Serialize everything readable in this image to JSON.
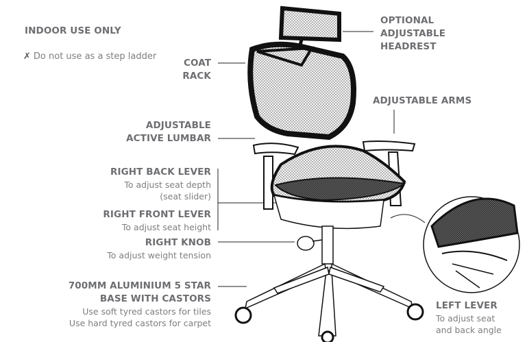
{
  "notes": {
    "indoor": "INDOOR USE ONLY",
    "warning_icon": "x-mark-icon",
    "warning_mark": "✗",
    "warning": "Do not use as a step ladder"
  },
  "labels": {
    "coat_rack": [
      "COAT",
      "RACK"
    ],
    "headrest": [
      "OPTIONAL",
      "ADJUSTABLE",
      "HEADREST"
    ],
    "arms": "ADJUSTABLE ARMS",
    "lumbar": [
      "ADJUSTABLE",
      "ACTIVE LUMBAR"
    ],
    "right_back_lever": {
      "title": "RIGHT BACK LEVER",
      "desc": [
        "To adjust seat depth",
        "(seat slider)"
      ]
    },
    "right_front_lever": {
      "title": "RIGHT FRONT LEVER",
      "desc": "To adjust seat height"
    },
    "right_knob": {
      "title": "RIGHT KNOB",
      "desc": "To adjust weight tension"
    },
    "base": {
      "title": [
        "700MM ALUMINIUM 5 STAR",
        "BASE WITH CASTORS"
      ],
      "desc": [
        "Use soft tyred castors for tiles",
        "Use hard tyred castors for carpet"
      ]
    },
    "left_lever": {
      "title": "LEFT LEVER",
      "desc": [
        "To adjust seat",
        "and back angle"
      ]
    }
  },
  "colors": {
    "text": "#6d6e71",
    "line": "#231f20"
  }
}
